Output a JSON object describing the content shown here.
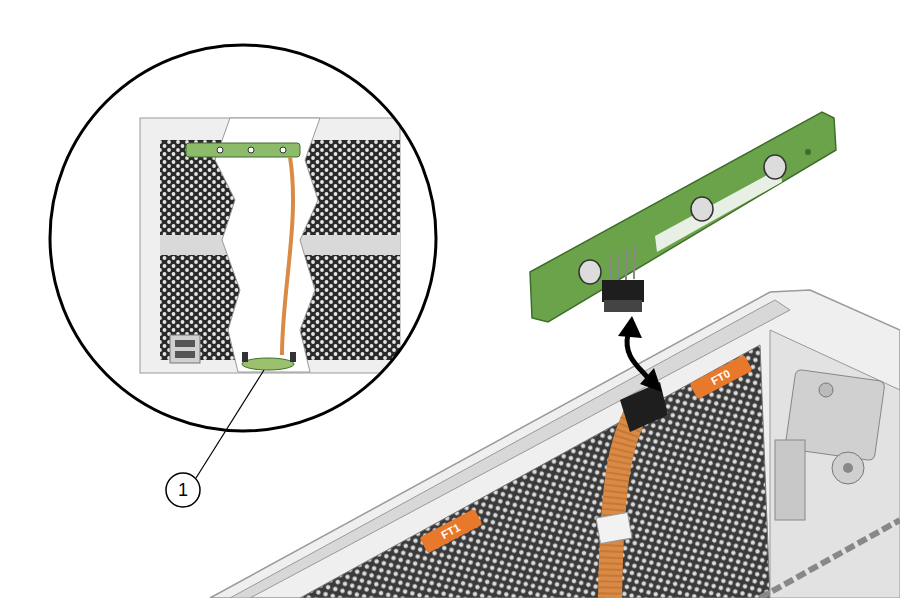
{
  "diagram": {
    "labels": [
      "1",
      "FT0",
      "FT1"
    ]
  }
}
